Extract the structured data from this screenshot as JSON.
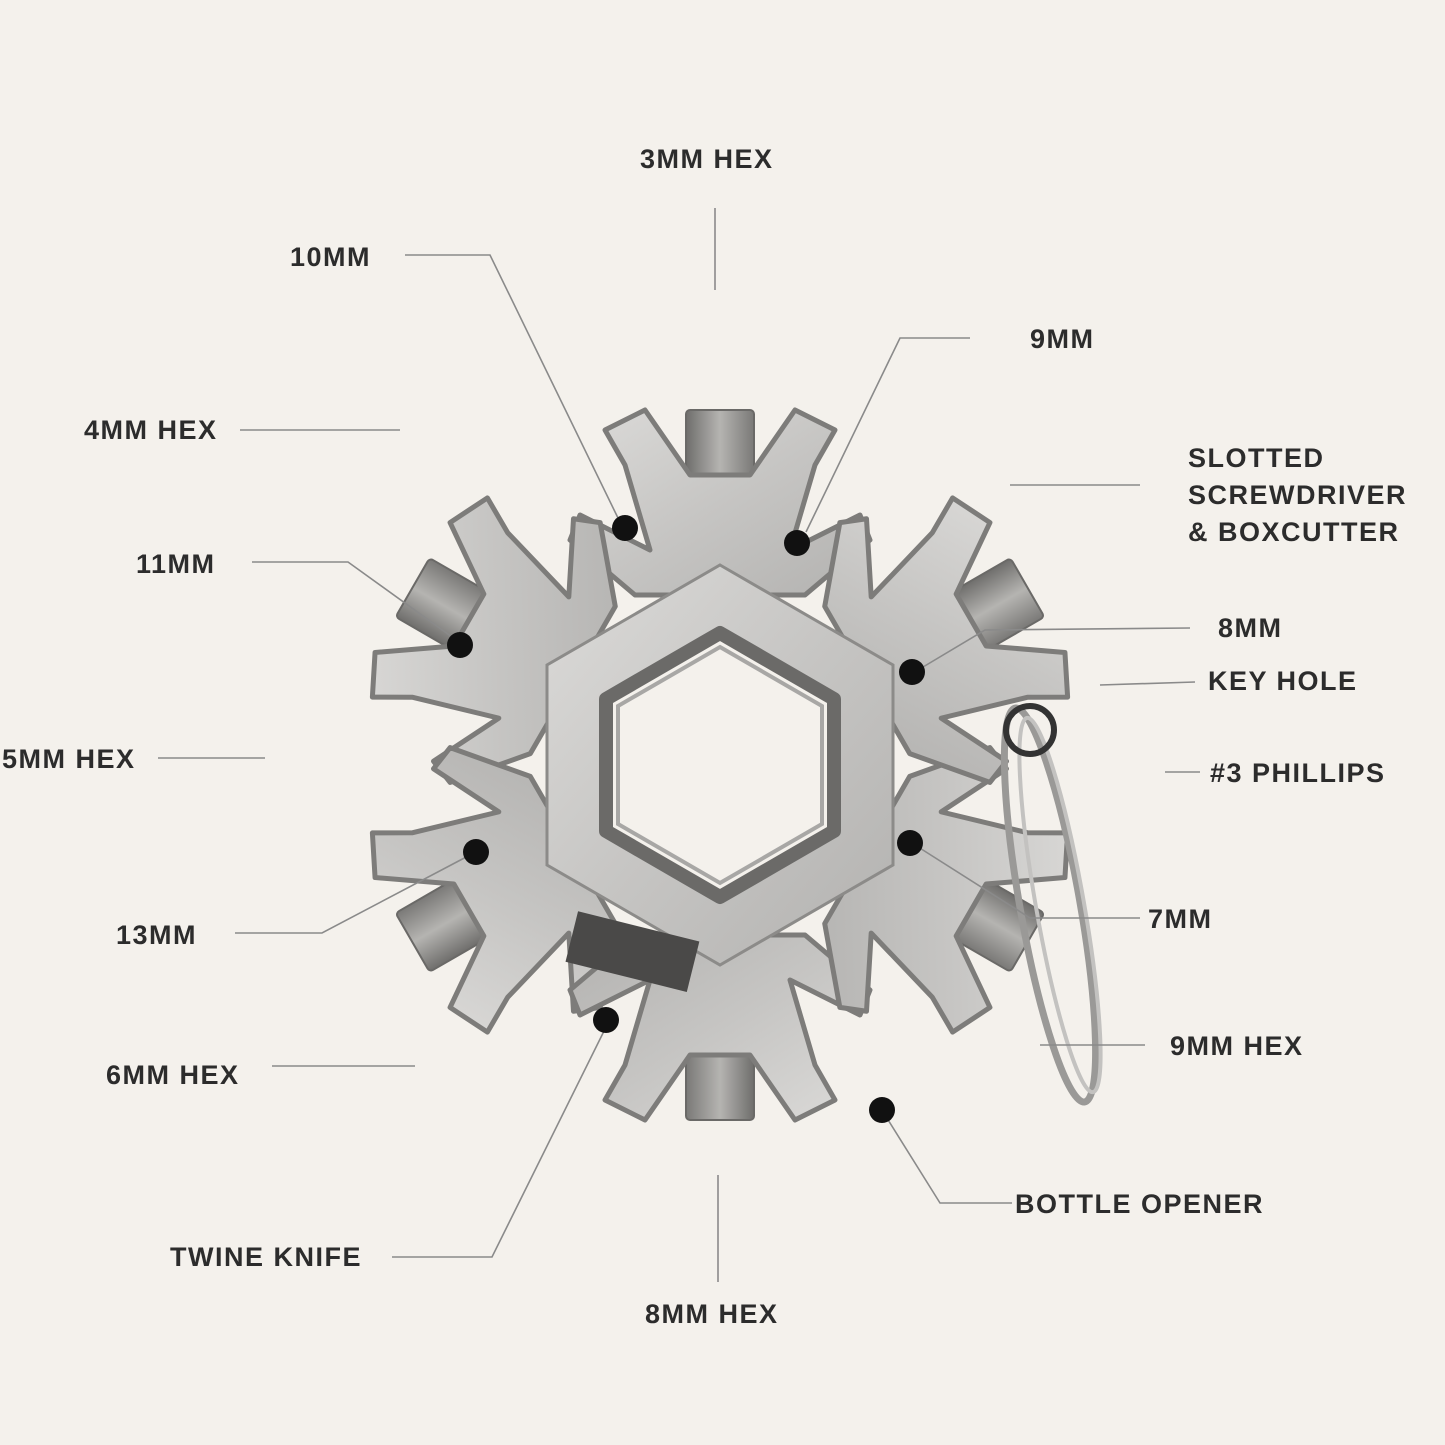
{
  "labels": {
    "hex3": "3MM HEX",
    "mm10": "10MM",
    "mm9": "9MM",
    "hex4": "4MM HEX",
    "slotted_line1": "SLOTTED",
    "slotted_line2": "SCREWDRIVER",
    "slotted_line3": "& BOXCUTTER",
    "mm11": "11MM",
    "mm8": "8MM",
    "keyhole": "KEY HOLE",
    "hex5": "5MM HEX",
    "phillips": "#3 PHILLIPS",
    "mm13": "13MM",
    "mm7": "7MM",
    "hex9": "9MM HEX",
    "hex6": "6MM HEX",
    "bottle": "BOTTLE OPENER",
    "twine": "TWINE KNIFE",
    "hex8": "8MM HEX"
  },
  "colors": {
    "background": "#f4f1ec",
    "steel": "#c9c8c6",
    "steel_edge": "#7d7c7a",
    "bit": "#9e9c99",
    "text": "#2c2c2c",
    "leader": "#8a8a8a",
    "dot": "#111111"
  }
}
